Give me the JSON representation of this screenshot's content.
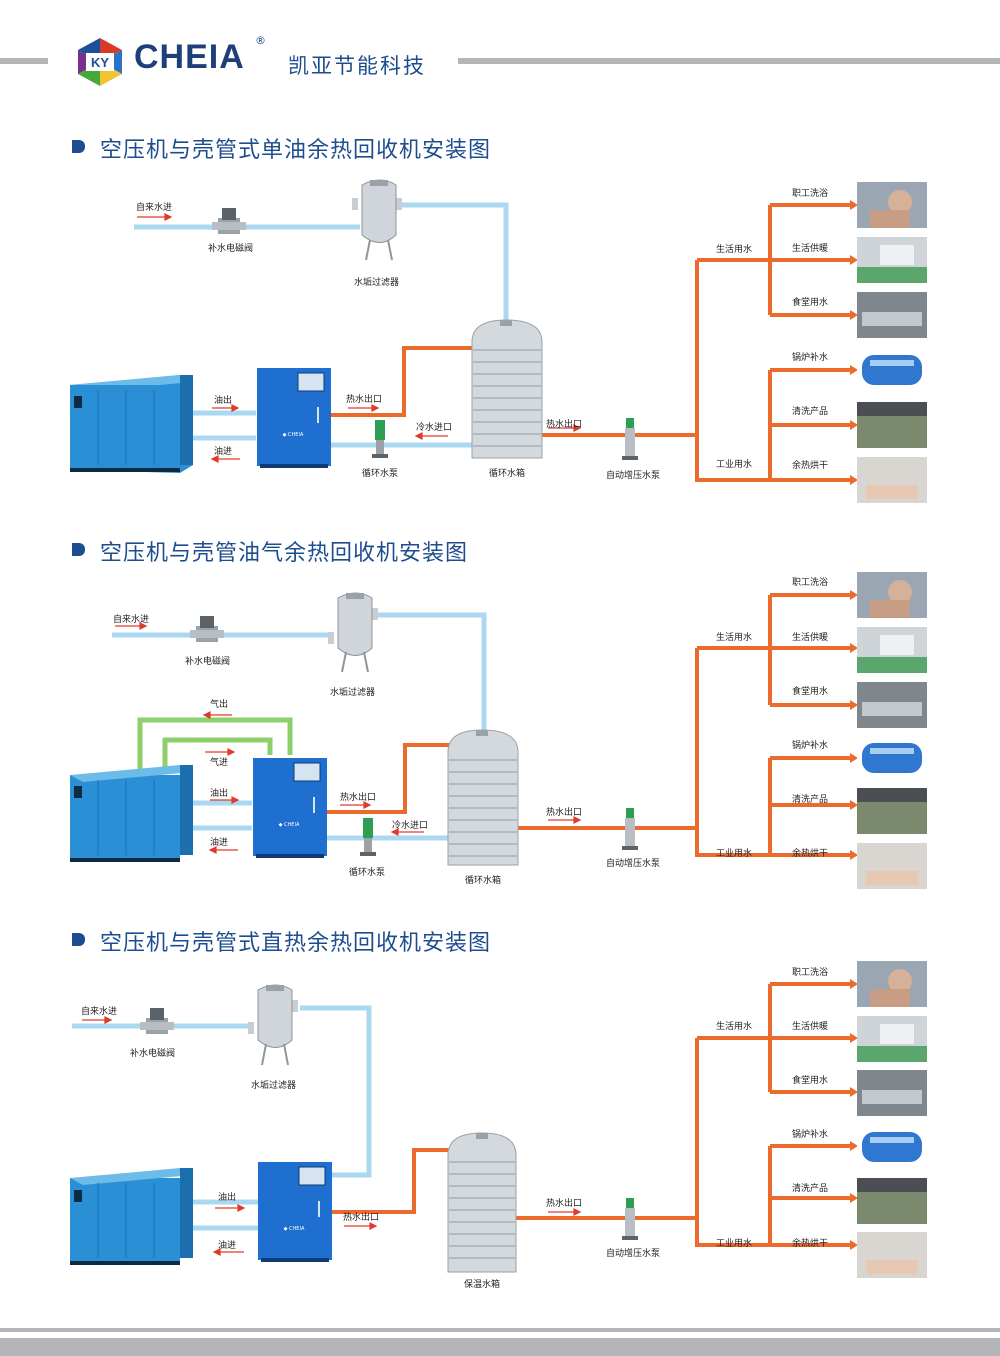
{
  "header": {
    "logo_text": "KY",
    "brand": "CHEIA",
    "registered": "®",
    "company": "凯亚节能科技"
  },
  "diagrams": [
    {
      "title": "空压机与壳管式单油余热回收机安装图",
      "labels": {
        "tap_water_in": "自来水进",
        "valve": "补水电磁阀",
        "filter": "水垢过滤器",
        "oil_out": "油出",
        "oil_in": "油进",
        "hot_water_out1": "热水出口",
        "cold_water_in": "冷水进口",
        "circ_pump": "循环水泵",
        "tank": "循环水箱",
        "hot_water_out2": "热水出口",
        "booster_pump": "自动增压水泵",
        "domestic": "生活用水",
        "industrial": "工业用水",
        "uses": [
          "职工洗浴",
          "生活供暖",
          "食堂用水",
          "锅炉补水",
          "清洗产品",
          "余热烘干"
        ]
      }
    },
    {
      "title": "空压机与壳管油气余热回收机安装图",
      "labels": {
        "tap_water_in": "自来水进",
        "valve": "补水电磁阀",
        "filter": "水垢过滤器",
        "gas_out": "气出",
        "gas_in": "气进",
        "oil_out": "油出",
        "oil_in": "油进",
        "hot_water_out1": "热水出口",
        "cold_water_in": "冷水进口",
        "circ_pump": "循环水泵",
        "tank": "循环水箱",
        "hot_water_out2": "热水出口",
        "booster_pump": "自动增压水泵",
        "domestic": "生活用水",
        "industrial": "工业用水",
        "uses": [
          "职工洗浴",
          "生活供暖",
          "食堂用水",
          "锅炉补水",
          "清洗产品",
          "余热烘干"
        ]
      }
    },
    {
      "title": "空压机与壳管式直热余热回收机安装图",
      "labels": {
        "tap_water_in": "自来水进",
        "valve": "补水电磁阀",
        "filter": "水垢过滤器",
        "oil_out": "油出",
        "oil_in": "油进",
        "hot_water_out1": "热水出口",
        "tank": "保温水箱",
        "hot_water_out2": "热水出口",
        "booster_pump": "自动增压水泵",
        "domestic": "生活用水",
        "industrial": "工业用水",
        "uses": [
          "职工洗浴",
          "生活供暖",
          "食堂用水",
          "锅炉补水",
          "清洗产品",
          "余热烘干"
        ]
      }
    }
  ],
  "colors": {
    "brand_blue": "#1e4d8f",
    "hot_pipe": "#ec6a2c",
    "cold_pipe": "#a9d8f0",
    "gas_pipe": "#8dcf6a",
    "machine_blue": "#2a8fd4",
    "unit_blue": "#1f6fd1"
  }
}
